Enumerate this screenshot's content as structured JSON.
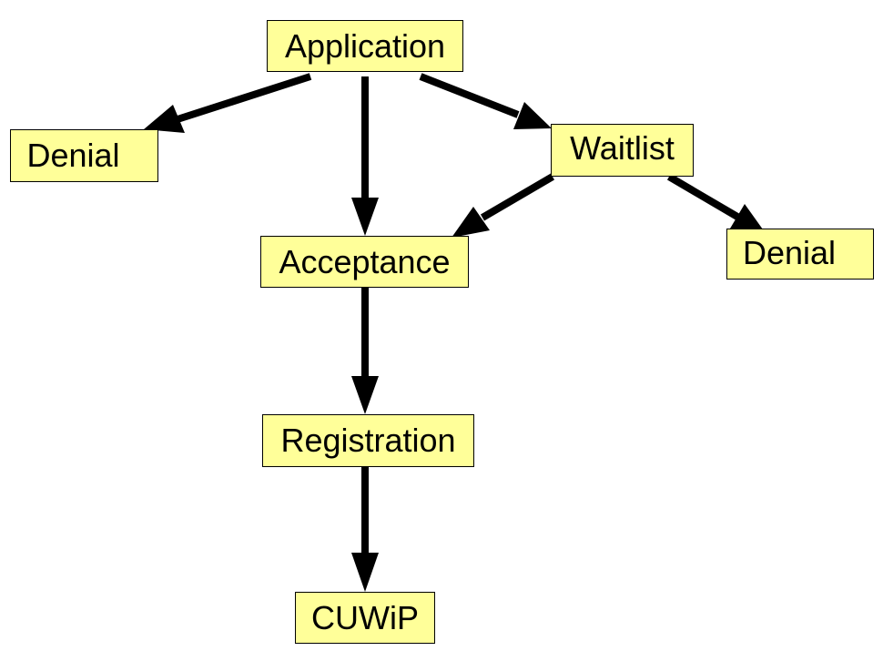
{
  "diagram": {
    "nodes": [
      {
        "id": "application",
        "label": "Application"
      },
      {
        "id": "denial_left",
        "label": "Denial"
      },
      {
        "id": "waitlist",
        "label": "Waitlist"
      },
      {
        "id": "denial_right",
        "label": "Denial"
      },
      {
        "id": "acceptance",
        "label": "Acceptance"
      },
      {
        "id": "registration",
        "label": "Registration"
      },
      {
        "id": "cuwip",
        "label": "CUWiP"
      }
    ],
    "edges": [
      {
        "from": "application",
        "to": "denial_left"
      },
      {
        "from": "application",
        "to": "acceptance"
      },
      {
        "from": "application",
        "to": "waitlist"
      },
      {
        "from": "waitlist",
        "to": "acceptance"
      },
      {
        "from": "waitlist",
        "to": "denial_right"
      },
      {
        "from": "acceptance",
        "to": "registration"
      },
      {
        "from": "registration",
        "to": "cuwip"
      }
    ],
    "colors": {
      "node_fill": "#ffff99",
      "node_border": "#000000",
      "arrow": "#000000"
    }
  }
}
